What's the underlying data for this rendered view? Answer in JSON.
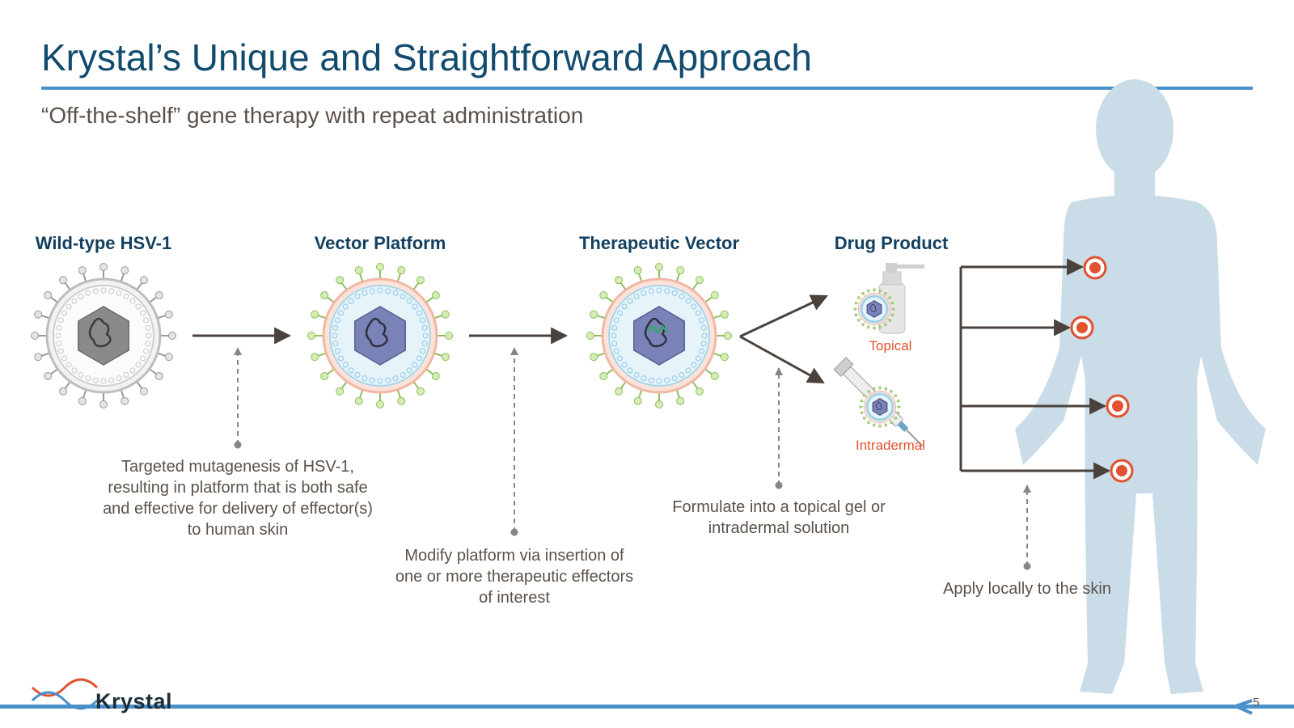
{
  "header": {
    "title": "Krystal’s Unique and Straightforward Approach",
    "subtitle": "“Off-the-shelf” gene therapy with repeat administration"
  },
  "stages": [
    {
      "label": "Wild-type HSV-1",
      "description": [
        "Targeted mutagenesis of HSV-1,",
        "resulting in platform that is both safe",
        "and effective for delivery of effector(s)",
        "to human skin"
      ]
    },
    {
      "label": "Vector Platform",
      "description": [
        "Modify platform via insertion of",
        "one or more therapeutic effectors",
        "of interest"
      ]
    },
    {
      "label": "Therapeutic Vector",
      "description": [
        "Formulate into a topical gel or",
        "intradermal solution"
      ]
    },
    {
      "label": "Drug Product",
      "description": [
        "Apply locally to the skin"
      ]
    }
  ],
  "routes": {
    "topical": "Topical",
    "intradermal": "Intradermal"
  },
  "colors": {
    "title": "#114b6e",
    "rule": "#4a90c9",
    "body_text": "#5b514a",
    "accent_red": "#e1522f",
    "silhouette": "#c9dce8",
    "arrow": "#4a423c"
  },
  "footer": {
    "logo": "Krystal",
    "page_number": "5"
  }
}
